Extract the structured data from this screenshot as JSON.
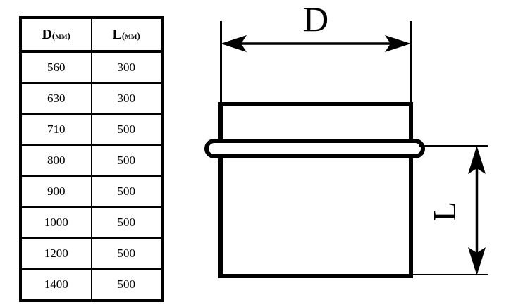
{
  "table": {
    "columns": [
      {
        "symbol": "D",
        "unit": "(мм)"
      },
      {
        "symbol": "L",
        "unit": "(мм)"
      }
    ],
    "rows": [
      {
        "d": "560",
        "l": "300"
      },
      {
        "d": "630",
        "l": "300"
      },
      {
        "d": "710",
        "l": "500"
      },
      {
        "d": "800",
        "l": "500"
      },
      {
        "d": "900",
        "l": "500"
      },
      {
        "d": "1000",
        "l": "500"
      },
      {
        "d": "1200",
        "l": "500"
      },
      {
        "d": "1400",
        "l": "500"
      }
    ]
  },
  "drawing": {
    "diameter_label": "D",
    "length_label": "L",
    "line_color": "#000000",
    "fill_color": "#ffffff"
  }
}
